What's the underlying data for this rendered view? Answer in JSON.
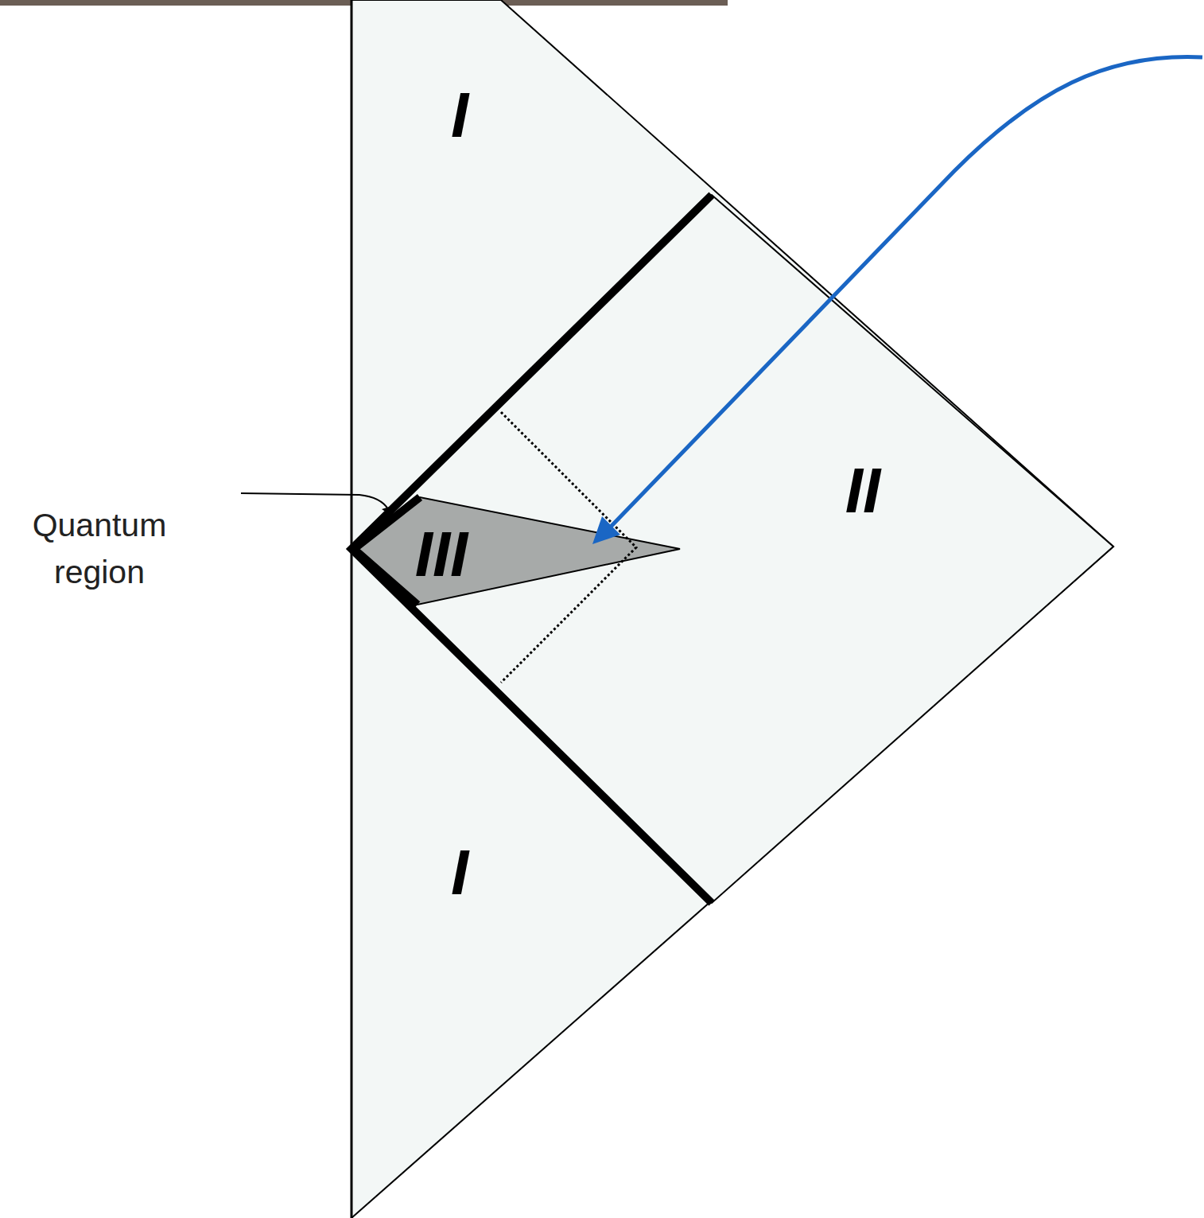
{
  "diagram": {
    "nodes": [
      {
        "text": [
          "II"
        ]
      },
      {
        "text": [
          "III"
        ],
        "in": 0
      }
    ],
    "labels": [
      "I",
      "I",
      "Quantum region"
    ]
  }
}
